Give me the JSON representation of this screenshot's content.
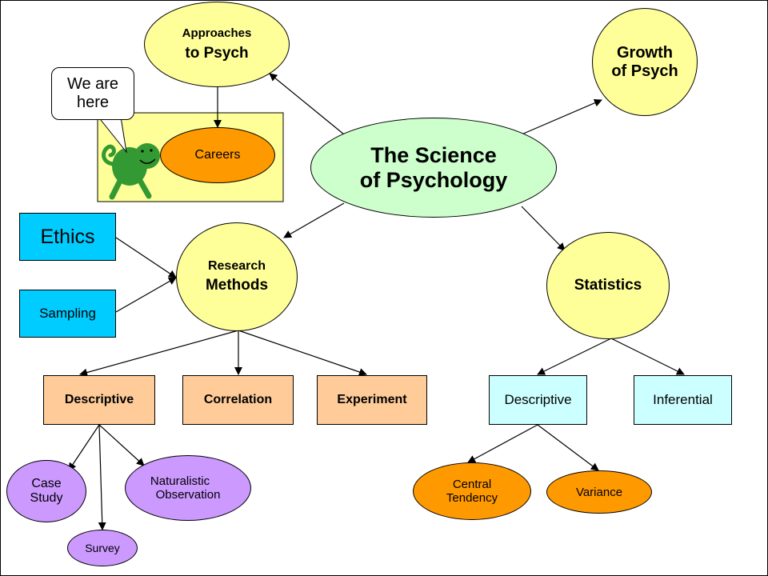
{
  "colors": {
    "yellow": "#ffff99",
    "green": "#ccffcc",
    "cyan": "#00ccff",
    "peach": "#ffcc99",
    "light_cyan": "#ccffff",
    "orange": "#ff9900",
    "purple": "#cc99ff",
    "panel": "#ffff99",
    "mascot": "#339933"
  },
  "nodes": {
    "center": [
      "The Science",
      "of Psychology"
    ],
    "approaches": [
      "Approaches",
      "to Psych"
    ],
    "growth": [
      "Growth",
      "of Psych"
    ],
    "careers": [
      "Careers"
    ],
    "callout": [
      "We are",
      "here"
    ],
    "ethics": [
      "Ethics"
    ],
    "sampling": [
      "Sampling"
    ],
    "research": [
      "Research",
      "Methods"
    ],
    "statistics": [
      "Statistics"
    ],
    "descriptive_methods": [
      "Descriptive"
    ],
    "correlation": [
      "Correlation"
    ],
    "experiment": [
      "Experiment"
    ],
    "descriptive_stats": [
      "Descriptive"
    ],
    "inferential": [
      "Inferential"
    ],
    "case_study": [
      "Case",
      "Study"
    ],
    "survey": [
      "Survey"
    ],
    "naturalistic": [
      "Naturalistic",
      "Observation"
    ],
    "central_tendency": [
      "Central",
      "Tendency"
    ],
    "variance": [
      "Variance"
    ]
  },
  "mascot_icon": "chameleon-icon"
}
